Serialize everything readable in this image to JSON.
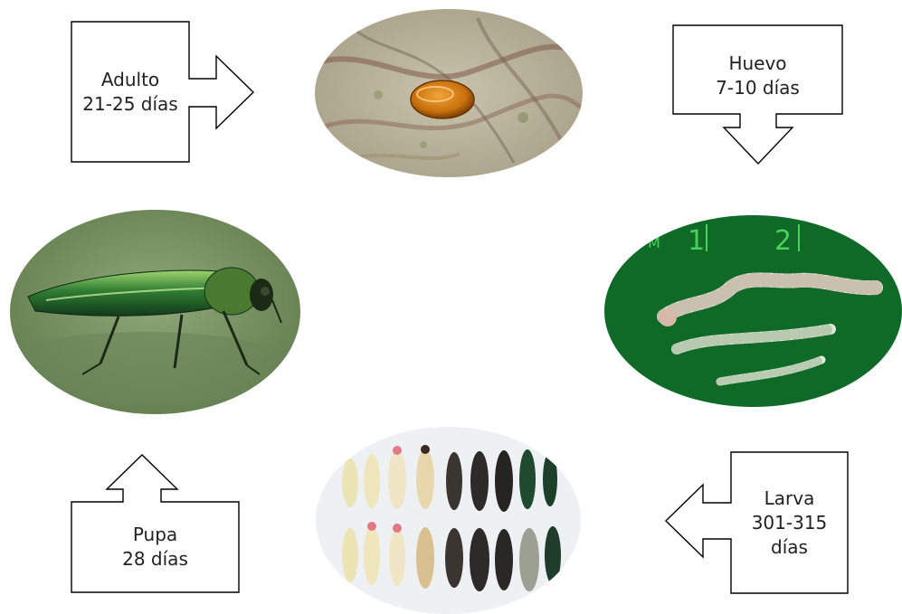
{
  "stages": {
    "adulto": {
      "name": "Adulto",
      "duration": "21-25 días"
    },
    "huevo": {
      "name": "Huevo",
      "duration": "7-10 días"
    },
    "larva": {
      "name": "Larva",
      "line2": "301-315",
      "line3": "días"
    },
    "pupa": {
      "name": "Pupa",
      "duration": "28 días"
    }
  },
  "photos": {
    "egg": {
      "subject": "egg-on-bark"
    },
    "larvae": {
      "subject": "larvae-on-green-ruler",
      "ruler_marks": [
        "M",
        "1",
        "2"
      ]
    },
    "pupae": {
      "subject": "pupae-development-series"
    },
    "adult": {
      "subject": "emerald-ash-borer-adult"
    }
  },
  "colors": {
    "outline": "#000000",
    "text": "#222222",
    "adult_green": "#2f7a2a",
    "egg_orange": "#d07a10",
    "larva_bg": "#0d6b27"
  }
}
